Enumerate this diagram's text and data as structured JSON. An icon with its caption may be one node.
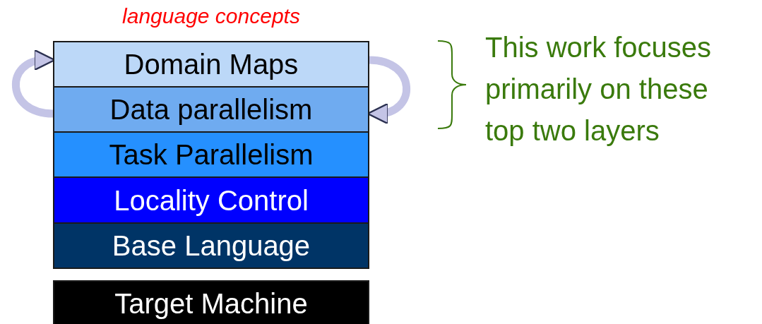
{
  "diagram": {
    "title": "language concepts",
    "nodes": [
      {
        "text": [
          "Domain Maps"
        ]
      },
      {
        "text": [
          "Data parallelism"
        ]
      },
      {
        "text": [
          "Task Parallelism"
        ]
      },
      {
        "text": [
          "Locality Control"
        ]
      },
      {
        "text": [
          "Base Language"
        ]
      },
      {
        "text": [
          "Target Machine"
        ]
      }
    ],
    "edges": [
      {
        "from": 1,
        "to": 0,
        "arrow": "to"
      },
      {
        "from": 0,
        "to": 1,
        "arrow": "to"
      }
    ],
    "labels": [
      "This work focuses primarily on these top two layers"
    ]
  }
}
